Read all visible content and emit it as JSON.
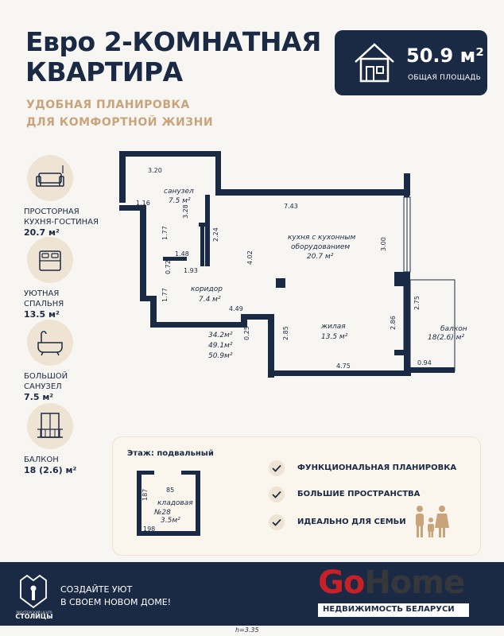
{
  "header": {
    "title_line1": "Евро 2-КОМНАТНАЯ",
    "title_line2": "КВАРТИРА",
    "subtitle_line1": "УДОБНАЯ ПЛАНИРОВКА",
    "subtitle_line2": "ДЛЯ КОМФОРТНОЙ ЖИЗНИ"
  },
  "area_badge": {
    "value": "50.9 м²",
    "label": "ОБЩАЯ ПЛОЩАДЬ"
  },
  "features": [
    {
      "icon": "sofa-icon",
      "line1": "ПРОСТОРНАЯ",
      "line2": "КУХНЯ-ГОСТИНАЯ",
      "line3": "",
      "value": "20.7 м²"
    },
    {
      "icon": "bed-icon",
      "line1": "УЮТНАЯ",
      "line2": "СПАЛЬНЯ",
      "line3": "",
      "value": "13.5 м²"
    },
    {
      "icon": "bathtub-icon",
      "line1": "БОЛЬШОЙ",
      "line2": "САНУЗЕЛ",
      "line3": "",
      "value": "7.5 м²"
    },
    {
      "icon": "balcony-door-icon",
      "line1": "БАЛКОН",
      "line2": "",
      "line3": "",
      "value": "18 (2.6) м²"
    }
  ],
  "plan": {
    "bathroom_name": "санузел",
    "bathroom_area": "7.5 м²",
    "kitchen_name_1": "кухня с кухонным",
    "kitchen_name_2": "оборудованием",
    "kitchen_area": "20.7 м²",
    "corridor_name": "коридор",
    "corridor_area": "7.4 м²",
    "living_name": "жилая",
    "living_area": "13.5 м²",
    "balcony_name": "балкон",
    "balcony_area": "18(2.6) м²",
    "totals_1": "34.2м²",
    "totals_2": "49.1м²",
    "totals_3": "50.9м²",
    "dims": {
      "d320": "3.20",
      "d116": "1.16",
      "d328": "3.28",
      "d177a": "1.77",
      "d224": "2.24",
      "d743": "7.43",
      "d300": "3.00",
      "d148": "1.48",
      "d072": "0.72",
      "d193": "1.93",
      "d402": "4.02",
      "d177b": "1.77",
      "d449": "4.49",
      "d025": "0.25",
      "d285": "2.85",
      "d286": "2.86",
      "d275": "2.75",
      "d475": "4.75",
      "d094": "0.94"
    }
  },
  "basement": {
    "floor_label": "Этаж: подвальный",
    "storage_name": "кладовая",
    "storage_num": "№28",
    "storage_area": "3.5м²",
    "d85": "85",
    "d187": "187",
    "d198": "198"
  },
  "checklist": [
    "ФУНКЦИОНАЛЬНАЯ ПЛАНИРОВКА",
    "БОЛЬШИЕ ПРОСТРАНСТВА",
    "ИДЕАЛЬНО ДЛЯ СЕМЬИ"
  ],
  "footer": {
    "logo_small": "РИЭЛТЕРСКИЙ ЦЕНТР",
    "logo_name": "СТОЛИЦЫ",
    "slogan_1": "СОЗДАЙТЕ УЮТ",
    "slogan_2": "В СВОЕМ НОВОМ ДОМЕ!",
    "watermark_go": "Go",
    "watermark_home": "Home",
    "watermark_sub": "НЕДВИЖИМОСТЬ БЕЛАРУСИ"
  },
  "ceiling_height": "h=3.35",
  "colors": {
    "navy": "#1b2a44",
    "gold": "#c9a47a",
    "beige": "#efe4d3",
    "red": "#c82027"
  }
}
